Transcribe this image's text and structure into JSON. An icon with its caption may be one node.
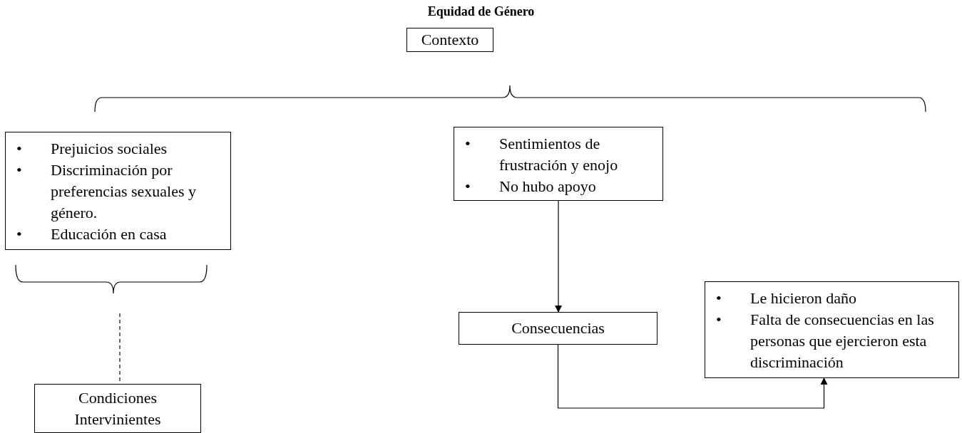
{
  "diagram": {
    "title": "Equidad de Género",
    "nodes": [
      {
        "text": [
          "Contexto"
        ]
      },
      {
        "text": [
          "•",
          "Prejuicios sociales",
          "•",
          "Discriminación por preferencias sexuales y género.",
          "•",
          "Educación en casa"
        ]
      },
      {
        "text": [
          "•",
          "Sentimientos de frustración y enojo",
          "•",
          "No hubo apoyo"
        ]
      },
      {
        "text": [
          "Consecuencias"
        ]
      },
      {
        "text": [
          "•",
          "Le hicieron daño",
          "•",
          "Falta de consecuencias en las personas que ejercieron esta discriminación"
        ]
      },
      {
        "text": [
          "Condiciones Intervinientes"
        ]
      }
    ],
    "edges": [
      {
        "from": 2,
        "to": 3,
        "arrow": "to"
      },
      {
        "from": 3,
        "to": 4,
        "arrow": "to"
      },
      {
        "from": null,
        "to": 5,
        "arrow": "none",
        "style": "dashed"
      }
    ]
  }
}
